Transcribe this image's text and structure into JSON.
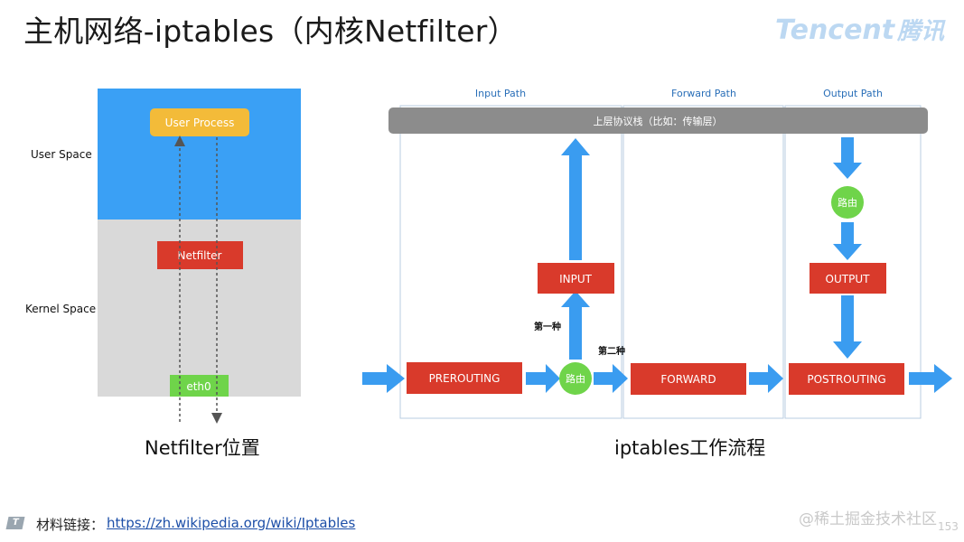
{
  "slide": {
    "title": "主机网络-iptables（内核Netfilter）",
    "brand": {
      "name": "Tencent",
      "cn": "腾讯"
    }
  },
  "left_diagram": {
    "user_space_label": "User Space",
    "kernel_space_label": "Kernel Space",
    "user_process": "User Process",
    "netfilter": "Netfilter",
    "eth0": "eth0",
    "caption": "Netfilter位置",
    "colors": {
      "user_space": "#3aa0f5",
      "kernel_space": "#d9d9d9",
      "process": "#f3bb39",
      "netfilter": "#d93a2b",
      "eth0": "#6fd44a"
    }
  },
  "right_diagram": {
    "paths": [
      "Input Path",
      "Forward Path",
      "Output Path"
    ],
    "upper_stack": "上层协议栈（比如：传输层）",
    "nodes": {
      "prerouting": "PREROUTING",
      "input": "INPUT",
      "forward": "FORWARD",
      "output": "OUTPUT",
      "postrouting": "POSTROUTING",
      "route_left": "路由",
      "route_right": "路由"
    },
    "labels": {
      "first": "第一种",
      "second": "第二种"
    },
    "caption": "iptables工作流程",
    "colors": {
      "arrow": "#3a9cf0",
      "node": "#d93a2b",
      "route": "#6fd44a",
      "bar": "#8c8c8c",
      "path_title": "#2a6fb8"
    }
  },
  "footer": {
    "label": "材料链接：",
    "link": "https://zh.wikipedia.org/wiki/Iptables",
    "watermark": "@稀土掘金技术社区",
    "page_number": "153"
  }
}
